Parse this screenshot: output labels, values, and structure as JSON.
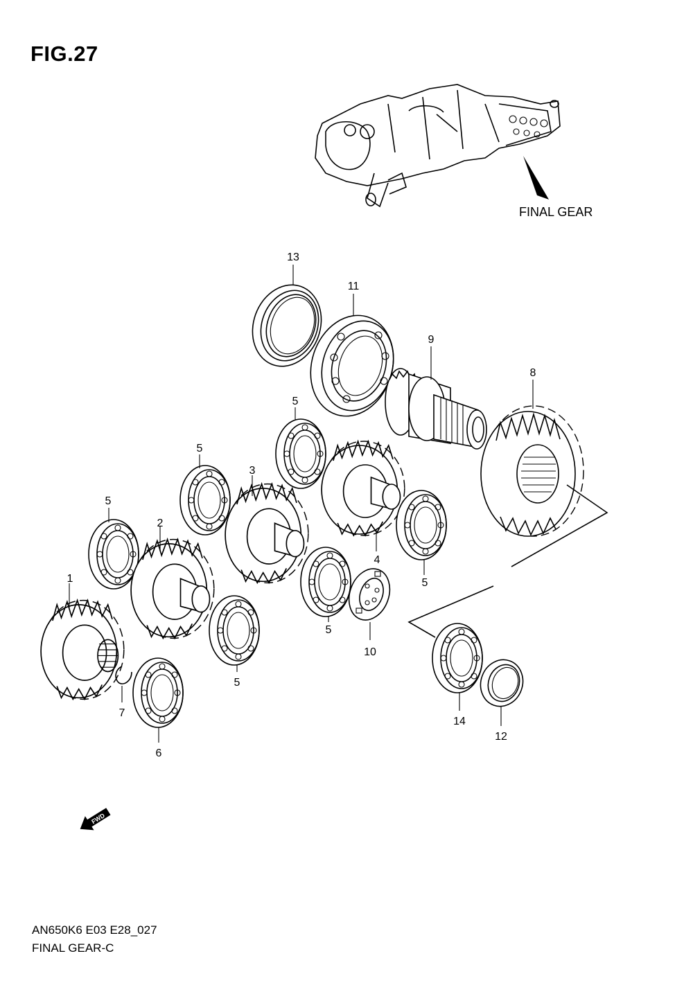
{
  "figure": {
    "title": "FIG.27",
    "assembly_label": "FINAL GEAR",
    "fwd_label": "FWD",
    "footer_code": "AN650K6 E03 E28_027",
    "footer_name": "FINAL GEAR-C"
  },
  "callouts": [
    {
      "id": "c1",
      "label": "1"
    },
    {
      "id": "c2",
      "label": "2"
    },
    {
      "id": "c3",
      "label": "3"
    },
    {
      "id": "c4",
      "label": "4"
    },
    {
      "id": "c5a",
      "label": "5"
    },
    {
      "id": "c5b",
      "label": "5"
    },
    {
      "id": "c5c",
      "label": "5"
    },
    {
      "id": "c5d",
      "label": "5"
    },
    {
      "id": "c5e",
      "label": "5"
    },
    {
      "id": "c5f",
      "label": "5"
    },
    {
      "id": "c6",
      "label": "6"
    },
    {
      "id": "c7",
      "label": "7"
    },
    {
      "id": "c8",
      "label": "8"
    },
    {
      "id": "c9",
      "label": "9"
    },
    {
      "id": "c10",
      "label": "10"
    },
    {
      "id": "c11",
      "label": "11"
    },
    {
      "id": "c12",
      "label": "12"
    },
    {
      "id": "c13",
      "label": "13"
    },
    {
      "id": "c14",
      "label": "14"
    }
  ]
}
